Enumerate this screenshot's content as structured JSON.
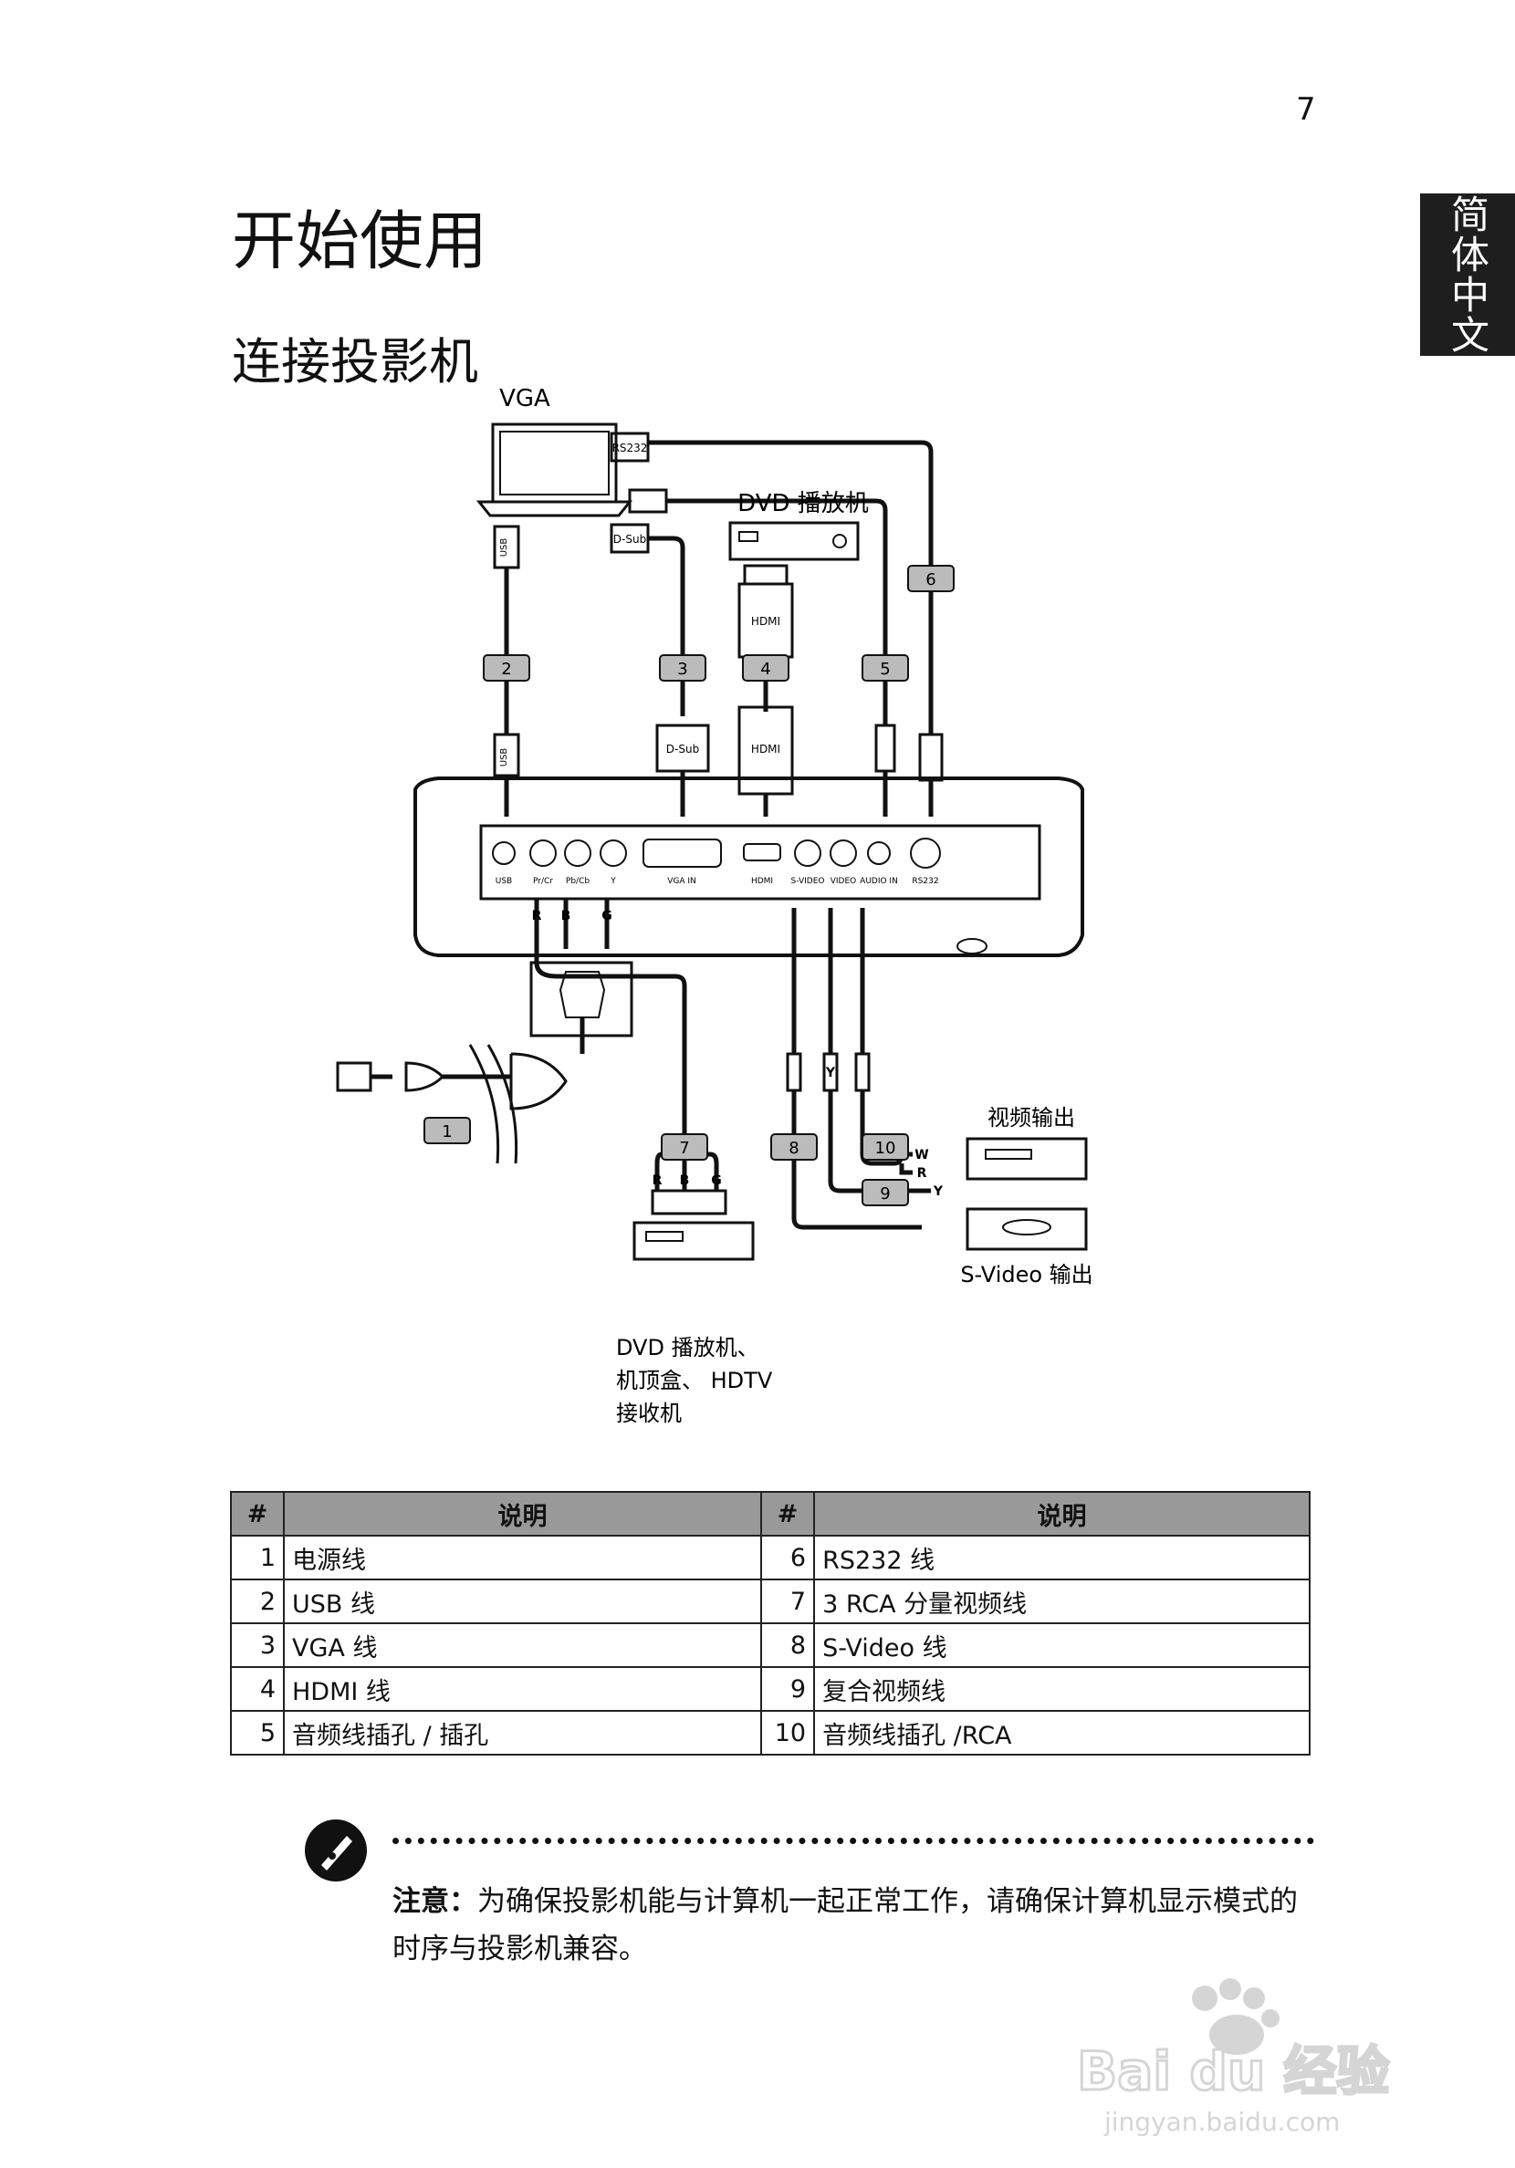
{
  "page_number": "7",
  "lang_tab": "简体中文",
  "page_title": "开始使用",
  "section_title": "连接投影机",
  "diagram": {
    "vga_label": "VGA",
    "dvd_top_label": "DVD 播放机",
    "video_out_label": "视频输出",
    "svideo_out_label": "S-Video 输出",
    "dvd_bottom_label": [
      "DVD 播放机、",
      "机顶盒、 HDTV",
      "接收机"
    ],
    "connector_labels": {
      "rs232": "RS232",
      "dsub": "D-Sub",
      "usb": "USB",
      "hdmi": "HDMI",
      "r": "R",
      "b": "B",
      "g": "G",
      "w": "W",
      "y": "Y"
    },
    "port_labels": [
      "USB",
      "Pr/Cr",
      "Pb/Cb",
      "Y",
      "VGA IN",
      "HDMI",
      "S-VIDEO",
      "VIDEO",
      "AUDIO IN",
      "RS232"
    ],
    "cable_numbers": [
      "1",
      "2",
      "3",
      "4",
      "5",
      "6",
      "7",
      "8",
      "9",
      "10"
    ]
  },
  "legend": {
    "headers": [
      "#",
      "说明",
      "#",
      "说明"
    ],
    "rows": [
      {
        "n1": "1",
        "d1": "电源线",
        "n2": "6",
        "d2": "RS232 线"
      },
      {
        "n1": "2",
        "d1": "USB 线",
        "n2": "7",
        "d2": "3 RCA 分量视频线"
      },
      {
        "n1": "3",
        "d1": "VGA 线",
        "n2": "8",
        "d2": "S-Video 线"
      },
      {
        "n1": "4",
        "d1": "HDMI 线",
        "n2": "9",
        "d2": "复合视频线"
      },
      {
        "n1": "5",
        "d1": "音频线插孔 / 插孔",
        "n2": "10",
        "d2": "音频线插孔 /RCA"
      }
    ]
  },
  "note": {
    "label": "注意：",
    "text": "为确保投影机能与计算机一起正常工作，请确保计算机显示模式的时序与投影机兼容。"
  },
  "watermark": {
    "brand": "Bai du 经验",
    "url": "jingyan.baidu.com"
  }
}
